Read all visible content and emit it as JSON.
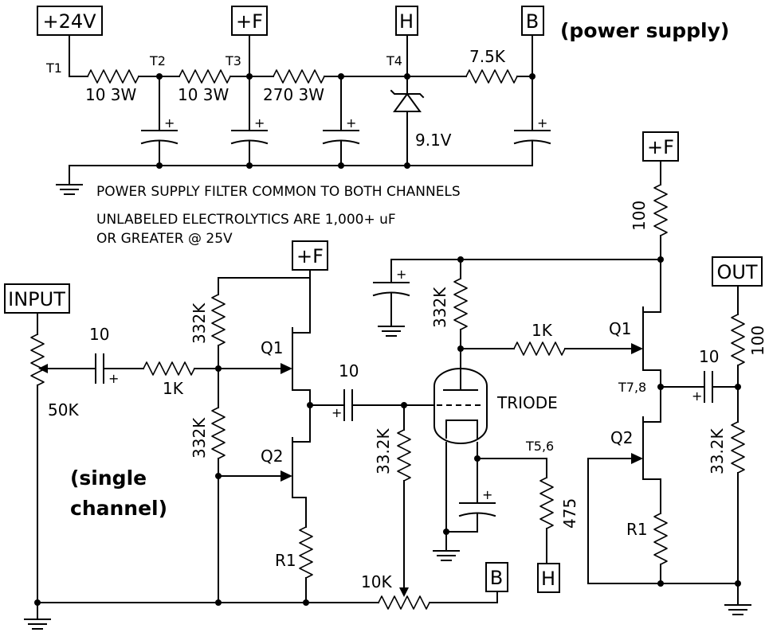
{
  "power_supply": {
    "title": "(power supply)",
    "rail_24v": "+24V",
    "rail_f": "+F",
    "rail_h": "H",
    "rail_b": "B",
    "tp_t1": "T1",
    "tp_t2": "T2",
    "tp_t3": "T3",
    "tp_t4": "T4",
    "r1_value": "10 3W",
    "r2_value": "10 3W",
    "r3_value": "270 3W",
    "r4_value": "7.5K",
    "zener_value": "9.1V",
    "note_line1": "POWER SUPPLY FILTER COMMON TO BOTH CHANNELS",
    "note_line2": "UNLABELED ELECTROLYTICS ARE 1,000+ uF",
    "note_line3": "OR GREATER @ 25V"
  },
  "channel": {
    "title_line1": "(single",
    "title_line2": "channel)",
    "input_label": "INPUT",
    "input_pot_value": "50K",
    "cap_in_value": "10",
    "r_in_value": "1K",
    "bias_upper_value": "332K",
    "bias_lower_value": "332K",
    "rail_f_left": "+F",
    "q1_left": "Q1",
    "q2_left": "Q2",
    "r1_left": "R1",
    "cap_couple_value": "10",
    "grid_r_value": "33.2K",
    "pot_10k_value": "10K",
    "rail_b_bottom": "B",
    "rail_h_bottom": "H",
    "plate_r_value": "332K",
    "triode_label": "TRIODE",
    "tp_t56": "T5,6",
    "cathode_r_value": "475",
    "plate_link_r_value": "1K",
    "rail_f_right": "+F",
    "r_100_top": "100",
    "q1_right": "Q1",
    "q2_right": "Q2",
    "r1_right": "R1",
    "tp_t78": "T7,8",
    "cap_out_value": "10",
    "out_label": "OUT",
    "r_100_out": "100",
    "r_out_value": "33.2K"
  }
}
